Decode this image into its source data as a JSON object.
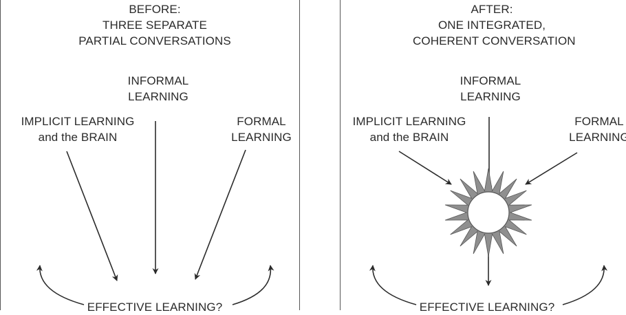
{
  "colors": {
    "ink": "#2b2b2b",
    "sun_fill": "#8f8f8f",
    "border": "#555555"
  },
  "before": {
    "title_line1": "BEFORE:",
    "title_line2": "THREE SEPARATE",
    "title_line3": "PARTIAL CONVERSATIONS",
    "informal_line1": "INFORMAL",
    "informal_line2": "LEARNING",
    "implicit_line1": "IMPLICIT LEARNING",
    "implicit_line2": "and the BRAIN",
    "formal_line1": "FORMAL",
    "formal_line2": "LEARNING",
    "outcome": "EFFECTIVE LEARNING?"
  },
  "after": {
    "title_line1": "AFTER:",
    "title_line2": "ONE INTEGRATED,",
    "title_line3": "COHERENT CONVERSATION",
    "informal_line1": "INFORMAL",
    "informal_line2": "LEARNING",
    "implicit_line1": "IMPLICIT LEARNING",
    "implicit_line2": "and the BRAIN",
    "formal_line1": "FORMAL",
    "formal_line2": "LEARNING",
    "outcome": "EFFECTIVE LEARNING?",
    "center_icon": "sun-burst-icon"
  }
}
